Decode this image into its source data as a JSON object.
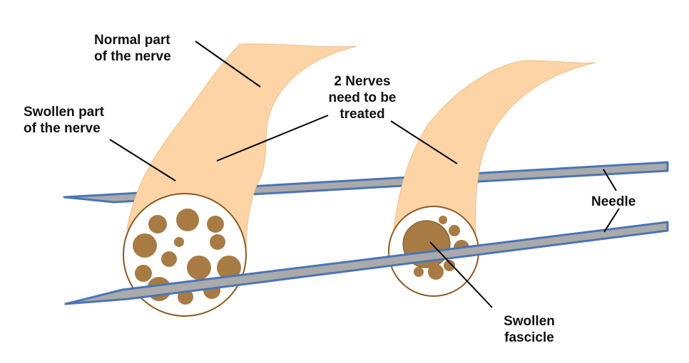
{
  "labels": {
    "normal_part": [
      "Normal part",
      "of the nerve"
    ],
    "swollen_part": [
      "Swollen part",
      "of the nerve"
    ],
    "two_nerves": [
      "2 Nerves",
      "need to be",
      "treated"
    ],
    "needle": "Needle",
    "swollen_fascicle": [
      "Swollen",
      "fascicle"
    ]
  },
  "colors": {
    "nerve_fill": "#fcd4a6",
    "fascicle_fill": "#a87b44",
    "fascicle_outline": "#7a5220",
    "needle_fill": "#aaaaaa",
    "needle_outline": "#4a75b6",
    "leader_line": "#000000",
    "text": "#111111"
  }
}
